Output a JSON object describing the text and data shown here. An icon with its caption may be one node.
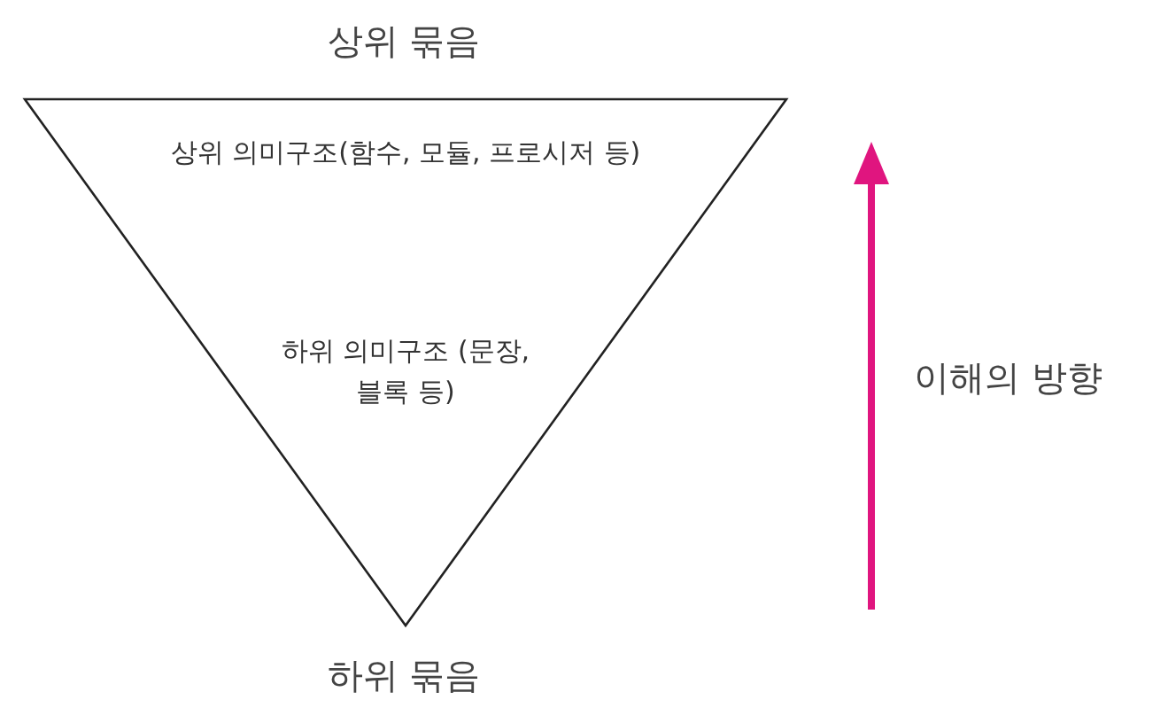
{
  "diagram": {
    "nodes": [
      {
        "text": [
          "상위 의미구조(함수, 모듈, 프로시저 등)",
          "하위 의미구조 (문장, 블록 등)"
        ]
      }
    ],
    "edges": [],
    "labels": [
      "상위 묶음",
      "이해의 방향",
      "하위 묶음"
    ]
  }
}
